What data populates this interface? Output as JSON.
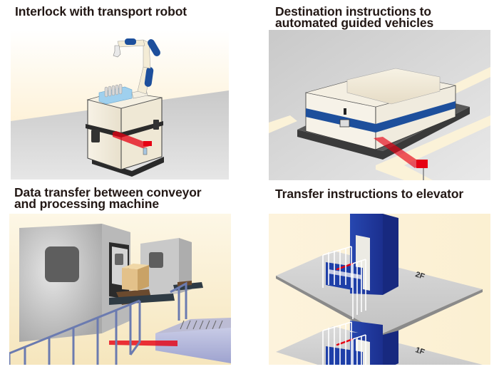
{
  "panels": [
    {
      "id": "interlock-transport-robot",
      "title": "Interlock with transport robot",
      "illustration": "mobile-robot-with-arm-and-red-sensor-beam"
    },
    {
      "id": "destination-agv",
      "title_lines": [
        "Destination instructions to",
        "automated guided vehicles"
      ],
      "illustration": "agv-on-floor-tracks-with-red-sensor-beam"
    },
    {
      "id": "conveyor-processing",
      "title_lines": [
        "Data transfer between conveyor",
        "and processing machine"
      ],
      "illustration": "processing-machines-with-conveyor-and-red-sensor-beam"
    },
    {
      "id": "elevator-transfer",
      "title": "Transfer instructions to elevator",
      "illustration": "two-floor-elevator-with-red-sensor-beams",
      "floor_labels": [
        "2F",
        "1F"
      ]
    }
  ],
  "colors": {
    "title_text": "#231815",
    "sensor_beam": "#e60012",
    "robot_blue": "#1d4f9c",
    "elevator_blue": "#1a3a9a",
    "floor_gray": "#cfcfcf",
    "background_cream": "#fdf4dc"
  }
}
